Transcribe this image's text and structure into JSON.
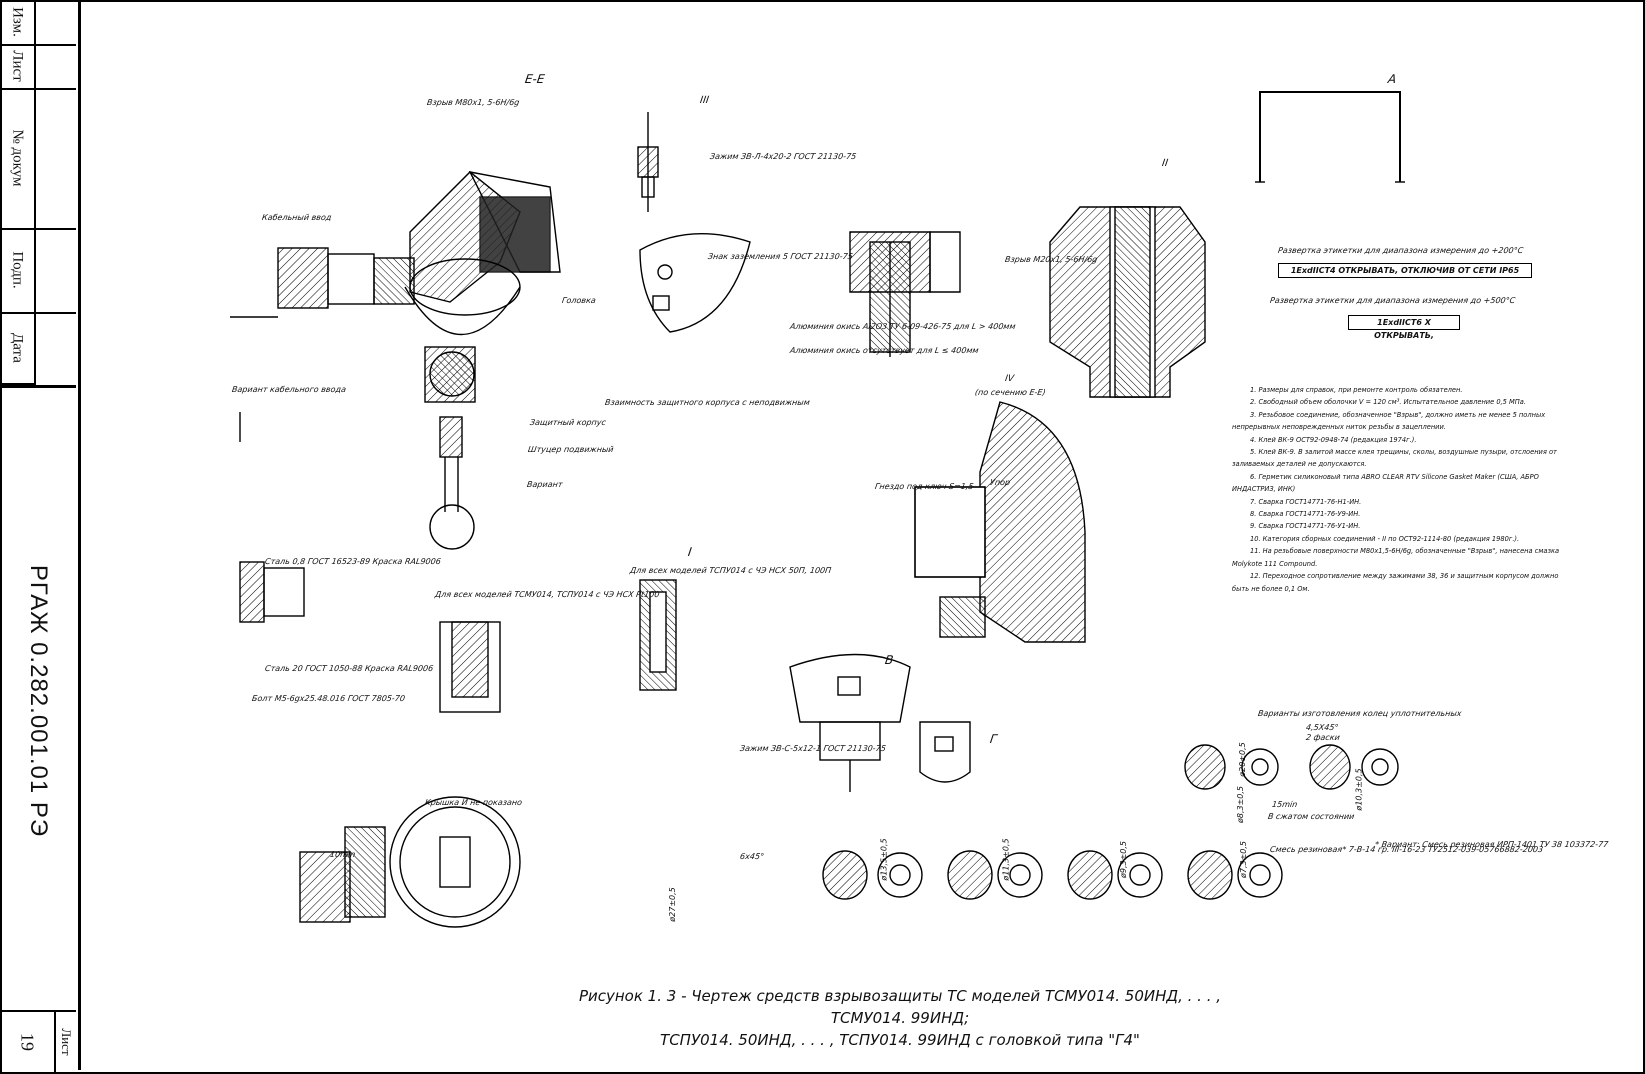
{
  "stamp": {
    "cells": [
      "Изм.",
      "Лист",
      "№ докум",
      "Подп.",
      "Дата"
    ],
    "document_number": "РГАЖ 0.282.001.01 РЭ",
    "sheet_label": "Лист",
    "sheet_number": "19"
  },
  "view_labels": {
    "section_ee": "Е-Е",
    "view_a": "А",
    "view_b": "В",
    "view_g": "Г",
    "detail_i": "I",
    "detail_iv": "IV",
    "detail_iv_sub": "(по сечению Е-Е)",
    "detail_ii": "II",
    "detail_iii": "III"
  },
  "callouts": [
    "Взрыв М80х1, 5-6Н/6g",
    "Кабельный ввод",
    "Головка",
    "Защитный корпус",
    "Штуцер подвижный",
    "Вариант кабельного ввода",
    "Вариант",
    "Зажим ЗВ-Л-4х20-2 ГОСТ 21130-75",
    "Знак заземления 5 ГОСТ 21130-75",
    "Алюминия окись Al2O3 ТУ 6-09-426-75 для L > 400мм",
    "Алюминия окись отсутствует для L ≤ 400мм",
    "Взаимность защитного корпуса с неподвижным",
    "Для всех моделей ТСМУ014, ТСПУ014 с ЧЭ НСХ Pt100",
    "Для всех моделей ТСПУ014 с ЧЭ НСХ 50П, 100П",
    "Сталь 0,8 ГОСТ 16523-89 Краска RAL9006",
    "Сталь 20 ГОСТ 1050-88 Краска RAL9006",
    "Болт М5-6gх25.48.016 ГОСТ 7805-70",
    "Гнездо под ключ S=1,5",
    "Упор",
    "Взрыв М20х1, 5-6Н/6g",
    "Зажим ЗВ-С-5х12-1 ГОСТ 21130-75",
    "Крышка И не показано",
    "Варианты изготовления колец уплотнительных",
    "Смесь резиновая* 7-В-14 гр. III-16-23 ТУ2512-039-05766882-2003",
    "* Вариант: Смесь резиновая ИРП-1401 ТУ 38 103372-77",
    "В сжатом состоянии"
  ],
  "labels": {
    "caption_200": "Развертка этикетки для диапазона измерения до +200°С",
    "label_200": "1ExdIICT4    ОТКРЫВАТЬ, ОТКЛЮЧИВ ОТ СЕТИ   IP65",
    "caption_500": "Развертка этикетки для диапазона измерения до +500°С",
    "label_500": "1ExdIICT6 X    ОТКРЫВАТЬ,"
  },
  "notes": [
    "1. Размеры для справок, при ремонте контроль обязателен.",
    "2. Свободный объем оболочки V = 120 см³. Испытательное давление 0,5 МПа.",
    "3. Резьбовое соединение, обозначенное \"Взрыв\", должно иметь не менее 5 полных непрерывных неповрежденных ниток резьбы в зацеплении.",
    "4. Клей ВК-9 ОСТ92-0948-74 (редакция 1974г.).",
    "5. Клей ВК-9. В залитой массе клея трещины, сколы, воздушные пузыри, отслоения от заливаемых деталей не допускаются.",
    "6. Герметик силиконовый типа ABRO CLEAR RTV Silicone Gasket Maker (США, АБРО ИНДАСТРИЗ, ИНК)",
    "7. Сварка ГОСТ14771-76-Н1-ИН.",
    "8. Сварка ГОСТ14771-76-У9-ИН.",
    "9. Сварка ГОСТ14771-76-У1-ИН.",
    "10. Категория сборных соединений - II по ОСТ92-1114-80 (редакция 1980г.).",
    "11. На резьбовые поверхности М80х1,5-6Н/6g, обозначенные \"Взрыв\", нанесена смазка Molykote 111 Compound.",
    "12. Переходное сопротивление между зажимами 38, 36 и защитным корпусом должно быть не более 0,1 Ом."
  ],
  "ring_dims": [
    "ø13,5±0,5",
    "ø11,3±0,5",
    "ø9,3±0,5",
    "ø7,3±0,5",
    "ø8,3±0,5",
    "ø10,3±0,5",
    "ø20±0,5",
    "4,5X45°",
    "2 фаски",
    "15min",
    "10min",
    "6х45°",
    "ø27±0,5"
  ],
  "caption": {
    "line1": "Рисунок 1. 3 - Чертеж средств взрывозащиты ТС моделей ТСМУ014. 50ИНД, . . . , ТСМУ014. 99ИНД;",
    "line2": "ТСПУ014. 50ИНД, . . . , ТСПУ014. 99ИНД с головкой типа \"Г4\""
  }
}
